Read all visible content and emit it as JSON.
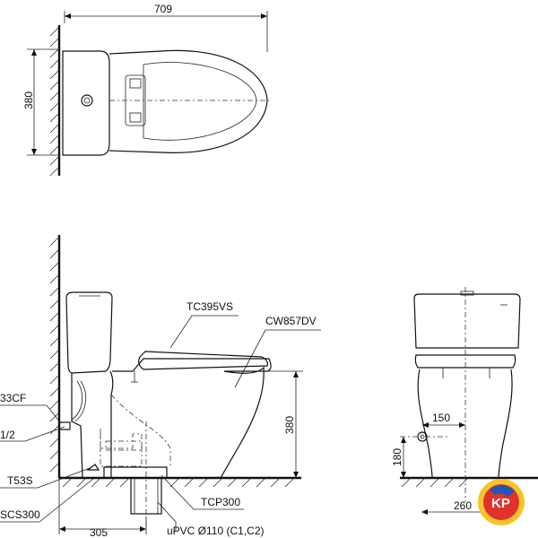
{
  "dimensions": {
    "top_length": "709",
    "top_width": "380",
    "side_height": "380",
    "rough_in": "305",
    "front_offset": "150",
    "front_height": "180",
    "front_width": "260"
  },
  "labels": {
    "seat": "TC395VS",
    "bowl": "CW857DV",
    "valve": "33CF",
    "thread": "1/2",
    "bolt": "T53S",
    "scs": "SCS300",
    "tcp": "TCP300",
    "pipe": "uPVC Ø110 (C1,C2)"
  },
  "logo": {
    "text": "KP",
    "colors": [
      "#f7c52b",
      "#e0322b",
      "#1f57b8"
    ]
  }
}
